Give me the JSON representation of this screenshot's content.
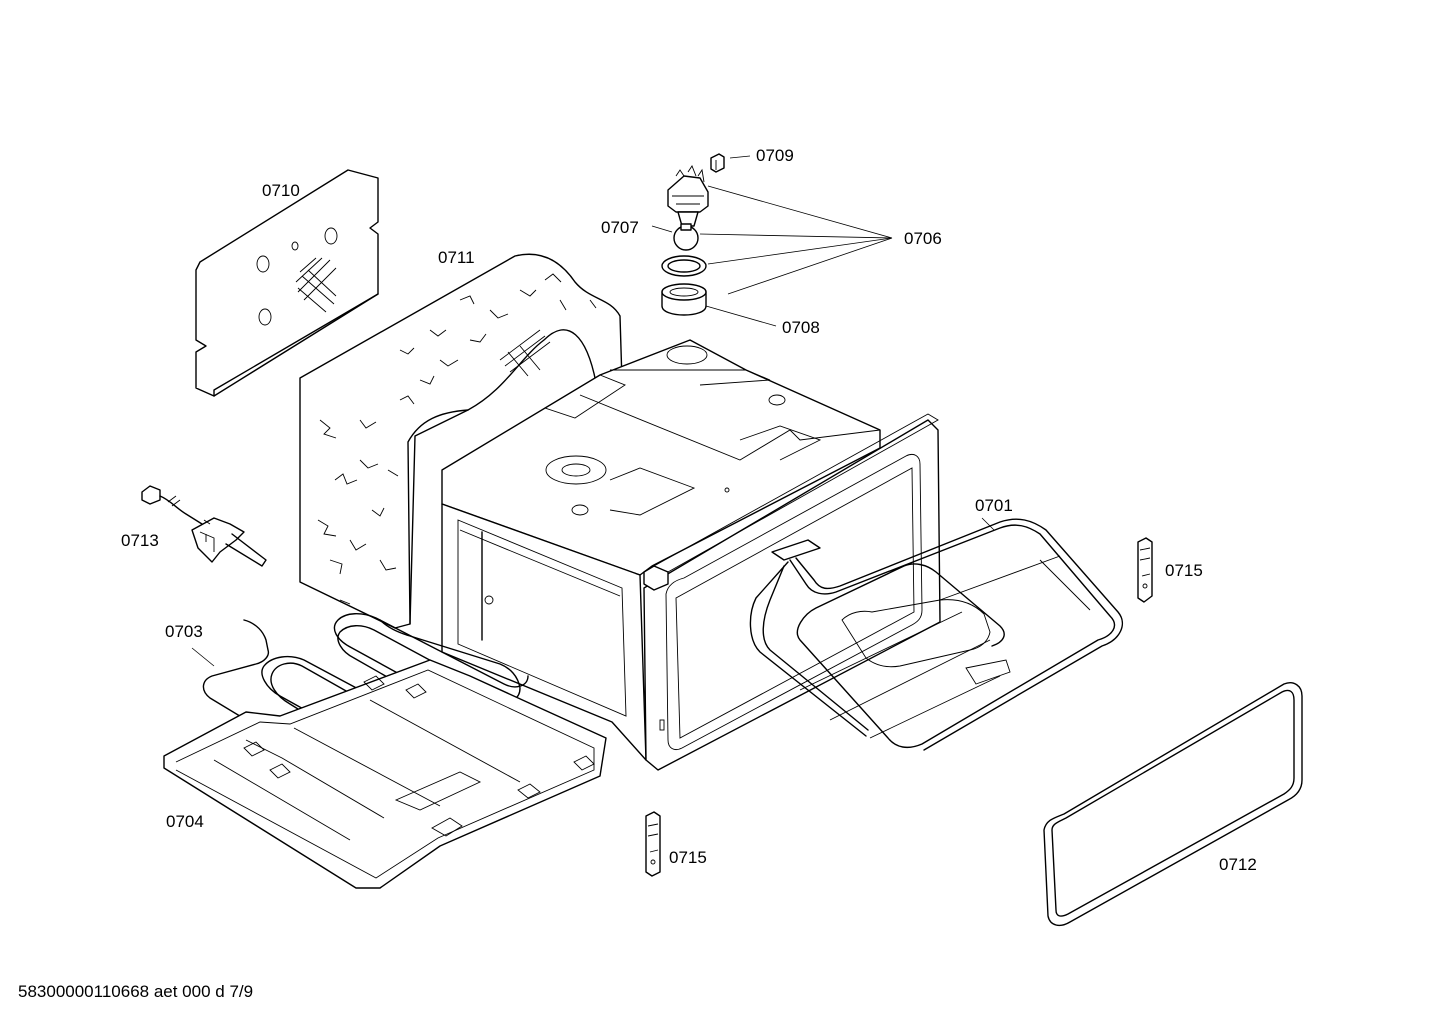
{
  "drawing": {
    "footer_code": "58300000110668 aet 000 d 7/9",
    "labels": {
      "p0701": "0701",
      "p0703": "0703",
      "p0704": "0704",
      "p0706": "0706",
      "p0707": "0707",
      "p0708": "0708",
      "p0709": "0709",
      "p0710": "0710",
      "p0711": "0711",
      "p0712": "0712",
      "p0713": "0713",
      "p0715a": "0715",
      "p0715b": "0715"
    }
  }
}
